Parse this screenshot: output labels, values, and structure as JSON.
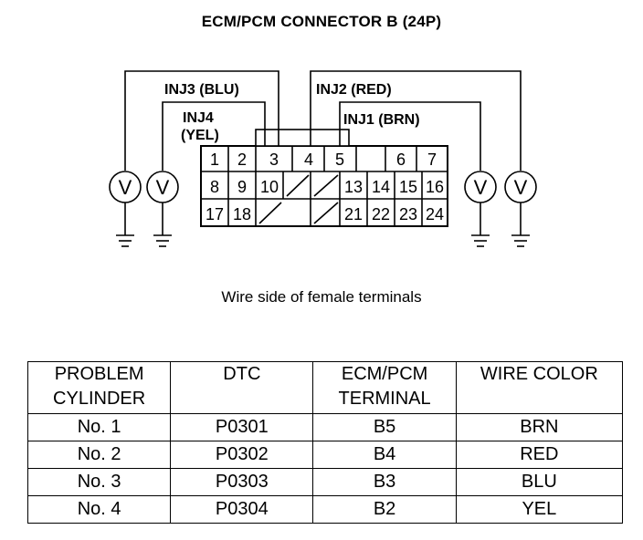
{
  "title": "ECM/PCM CONNECTOR B (24P)",
  "connector": {
    "pins": [
      "1",
      "2",
      "3",
      "4",
      "5",
      "6",
      "7",
      "8",
      "9",
      "10",
      "13",
      "14",
      "15",
      "16",
      "17",
      "18",
      "21",
      "22",
      "23",
      "24"
    ],
    "labels": {
      "inj3": "INJ3 (BLU)",
      "inj2": "INJ2 (RED)",
      "inj4_line1": "INJ4",
      "inj4_line2": "(YEL)",
      "inj1": "INJ1 (BRN)"
    },
    "voltmeter_symbol": "V"
  },
  "caption": "Wire side of female terminals",
  "table": {
    "headers": [
      {
        "line1": "PROBLEM",
        "line2": "CYLINDER"
      },
      {
        "line1": "DTC",
        "line2": ""
      },
      {
        "line1": "ECM/PCM",
        "line2": "TERMINAL"
      },
      {
        "line1": "WIRE COLOR",
        "line2": ""
      }
    ],
    "rows": [
      [
        "No. 1",
        "P0301",
        "B5",
        "BRN"
      ],
      [
        "No. 2",
        "P0302",
        "B4",
        "RED"
      ],
      [
        "No. 3",
        "P0303",
        "B3",
        "BLU"
      ],
      [
        "No. 4",
        "P0304",
        "B2",
        "YEL"
      ]
    ]
  }
}
